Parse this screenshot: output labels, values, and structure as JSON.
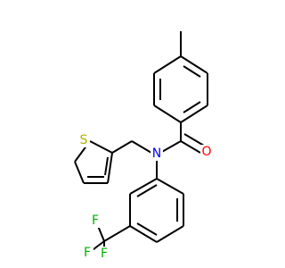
{
  "molecule": {
    "atoms": {
      "oxygen": {
        "symbol": "O",
        "color": "#ff0000"
      },
      "nitrogen": {
        "symbol": "N",
        "color": "#0000ff"
      },
      "sulfur": {
        "symbol": "S",
        "color": "#b2b200"
      },
      "fluorine_1": {
        "symbol": "F",
        "color": "#00b200"
      },
      "fluorine_2": {
        "symbol": "F",
        "color": "#00b200"
      },
      "fluorine_3": {
        "symbol": "F",
        "color": "#00b200"
      }
    },
    "bond_color": "#000000",
    "background": "#ffffff"
  }
}
